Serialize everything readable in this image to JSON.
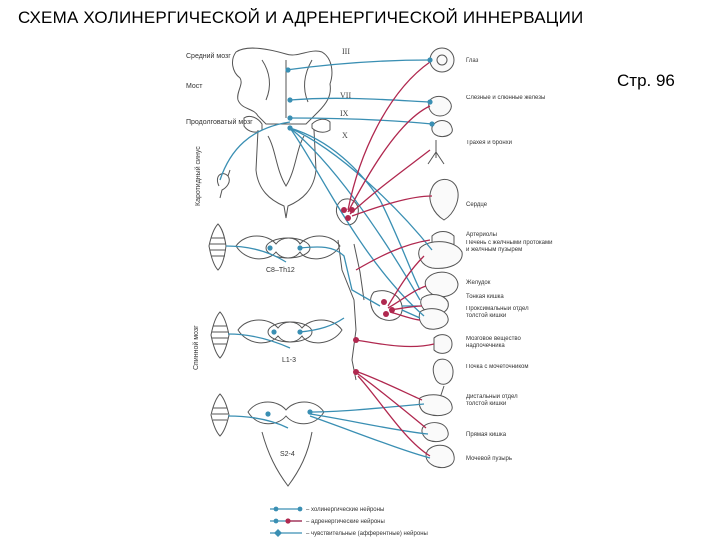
{
  "header": {
    "title": "СХЕМА ХОЛИНЕРГИЧЕСКОЙ И АДРЕНЕРГИЧЕСКОЙ ИННЕРВАЦИИ",
    "page_ref": "Стр. 96"
  },
  "colors": {
    "cholinergic": "#3a8fb3",
    "adrenergic": "#b0284f",
    "outline": "#555555"
  },
  "left_labels": {
    "midbrain": "Средний мозг",
    "pons": "Мост",
    "medulla": "Продолговатый мозг",
    "carotid_sinus": "Каротидный синус",
    "spinal_cord": "Спинной мозг"
  },
  "cranial_nerves": {
    "n3": "III",
    "n7": "VII",
    "n9": "IX",
    "n10": "X"
  },
  "segments": {
    "thoracic": "C8–Th12",
    "lumbar": "L1-3",
    "sacral": "S2-4"
  },
  "organs": {
    "eye": "Глаз",
    "glands": "Слезные и слюнные железы",
    "trachea": "Трахея и бронхи",
    "heart": "Сердце",
    "arterioles": "Артериолы",
    "liver": "Печень с желчными протоками и желчным пузырем",
    "stomach": "Желудок",
    "small_intestine": "Тонкая кишка",
    "proximal_colon": "Проксимальный отдел толстой кишки",
    "adrenal_medulla": "Мозговое вещество надпочечника",
    "kidney": "Почка с мочеточником",
    "distal_colon": "Дистальный отдел толстой кишки",
    "rectum": "Прямая кишка",
    "bladder": "Мочевой пузырь"
  },
  "legend": [
    {
      "label": "– холинергические нейроны",
      "color": "#3a8fb3"
    },
    {
      "label": "– адренергические нейроны",
      "color": "#b0284f"
    },
    {
      "label": "– чувствительные (афферентные) нейроны",
      "color": "#3a8fb3"
    }
  ]
}
